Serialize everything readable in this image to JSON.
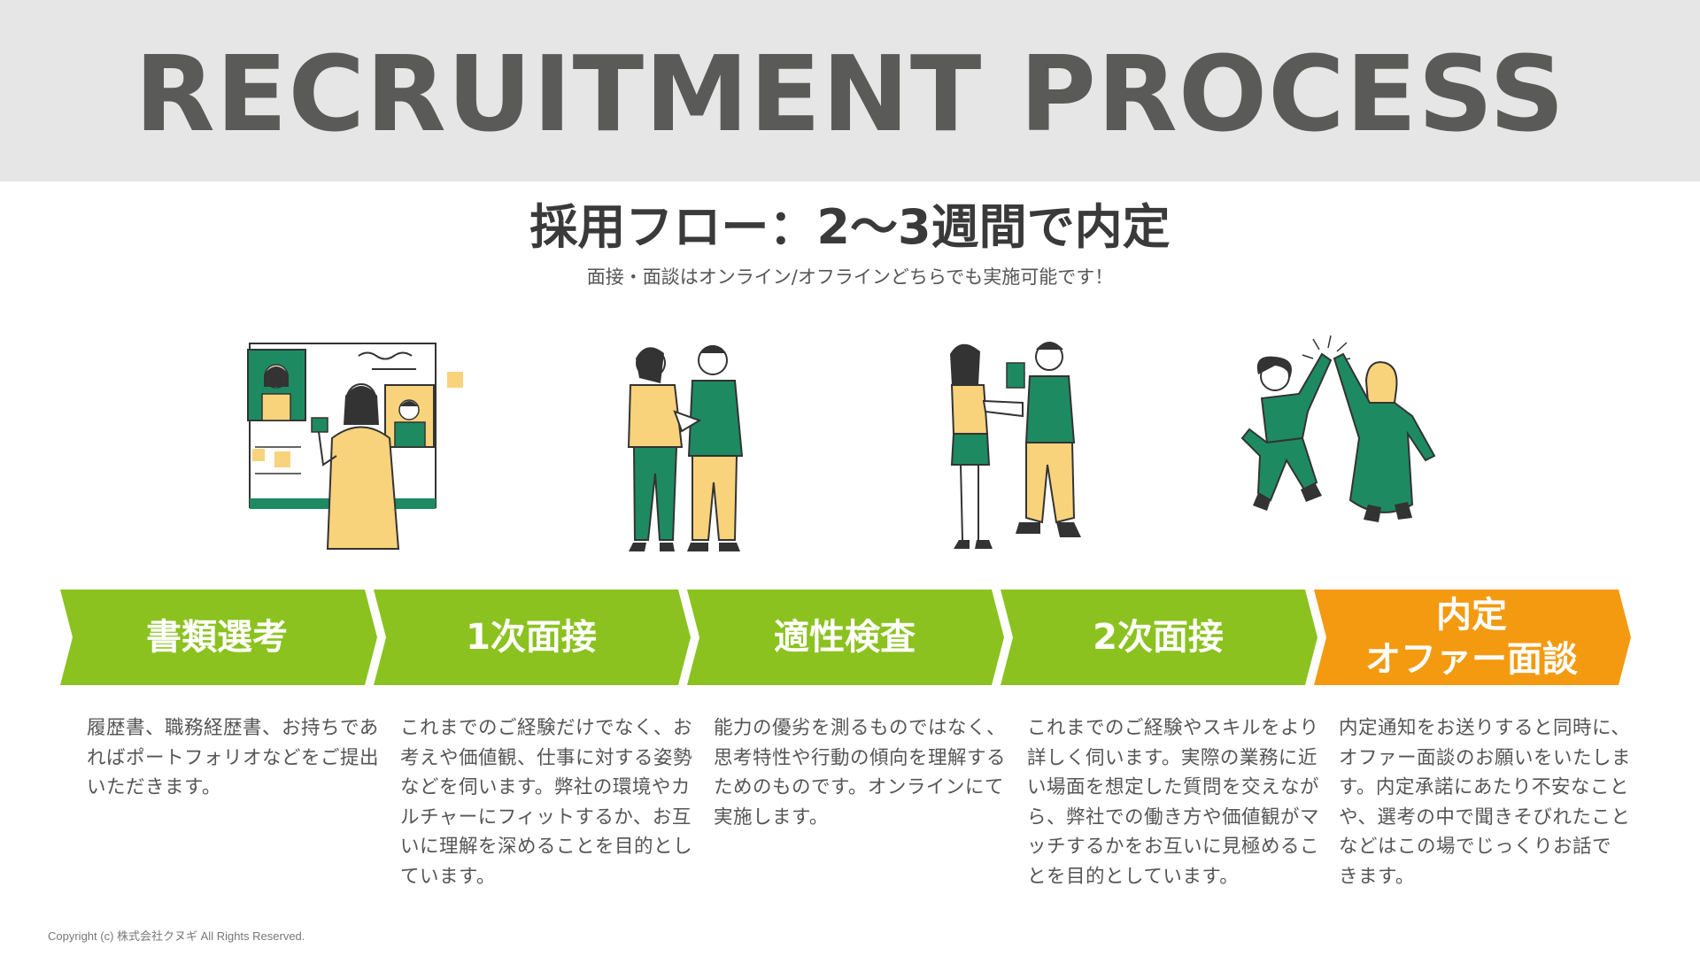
{
  "header": {
    "title": "RECRUITMENT PROCESS"
  },
  "subtitle": "採用フロー：2〜3週間で内定",
  "note": "面接・面談はオンライン/オフラインどちらでも実施可能です！",
  "colors": {
    "green": "#8bc220",
    "orange": "#f39a11",
    "teal": "#1e8a62",
    "yellow": "#f8d37c"
  },
  "steps": [
    {
      "label": "書類選考",
      "description": "履歴書、職務経歴書、お持ちであればポートフォリオなどをご提出いただきます。"
    },
    {
      "label": "1次面接",
      "description": "これまでのご経験だけでなく、お考えや価値観、仕事に対する姿勢などを伺います。弊社の環境やカルチャーにフィットするか、お互いに理解を深めることを目的としています。"
    },
    {
      "label": "適性検査",
      "description": "能力の優劣を測るものではなく、思考特性や行動の傾向を理解するためのものです。オンラインにて実施します。"
    },
    {
      "label": "2次面接",
      "description": "これまでのご経験やスキルをより詳しく伺います。実際の業務に近い場面を想定した質問を交えながら、弊社での働き方や価値観がマッチするかをお互いに見極めることを目的としています。"
    },
    {
      "label": "内定\nオファー面談",
      "description": "内定通知をお送りすると同時に、オファー面談のお願いをいたします。内定承諾にあたり不安なことや、選考の中で聞きそびれたことなどはこの場でじっくりお話できます。"
    }
  ],
  "footer": {
    "copyright": "Copyright (c) 株式会社クヌギ All Rights Reserved."
  }
}
